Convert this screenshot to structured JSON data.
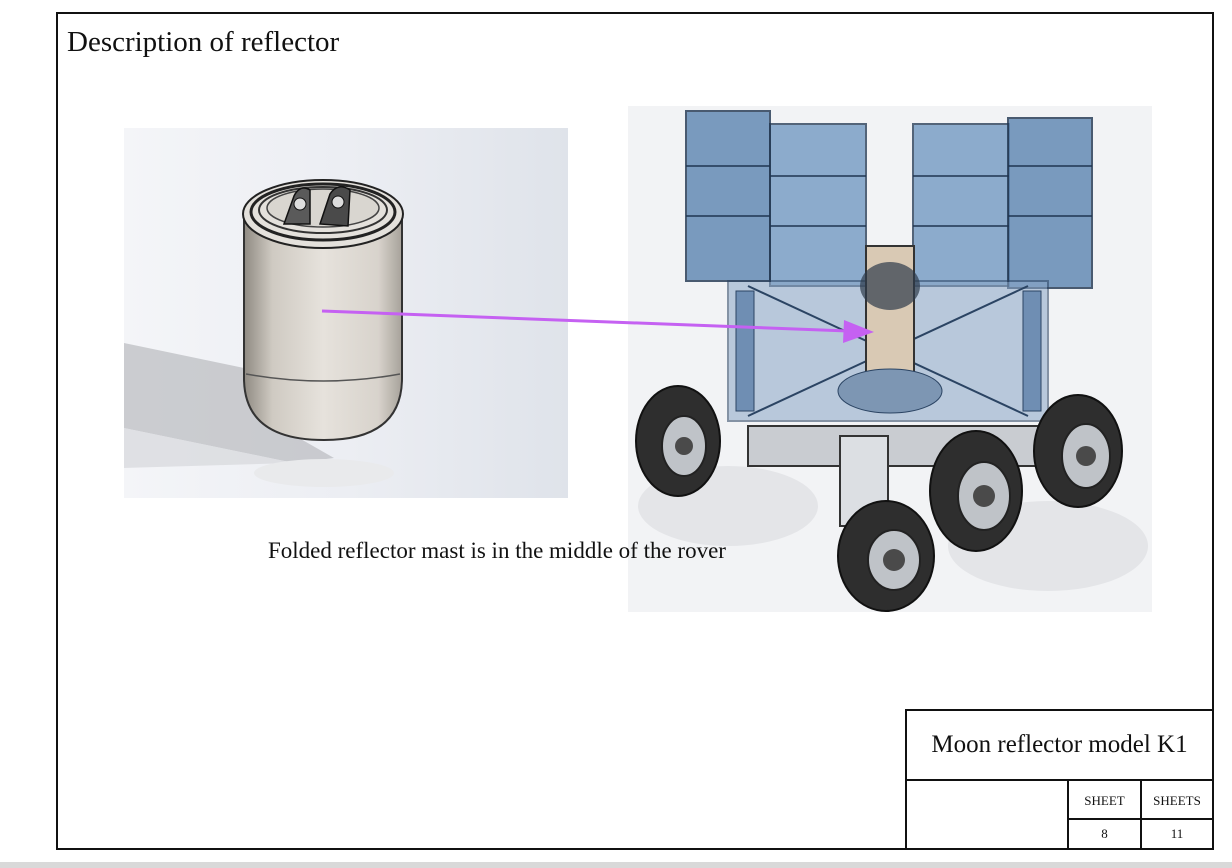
{
  "document": {
    "title": "Description of reflector",
    "caption": "Folded reflector mast is in the middle of the rover"
  },
  "title_block": {
    "model_name": "Moon reflector model K1",
    "sheet_label": "SHEET",
    "sheets_label": "SHEETS",
    "sheet_number": "8",
    "sheets_total": "11"
  },
  "colors": {
    "arrow": "#c561f2",
    "panel_blue": "#5b84b1",
    "canister": "#d6d2cb",
    "tire": "#2e2e2e"
  }
}
